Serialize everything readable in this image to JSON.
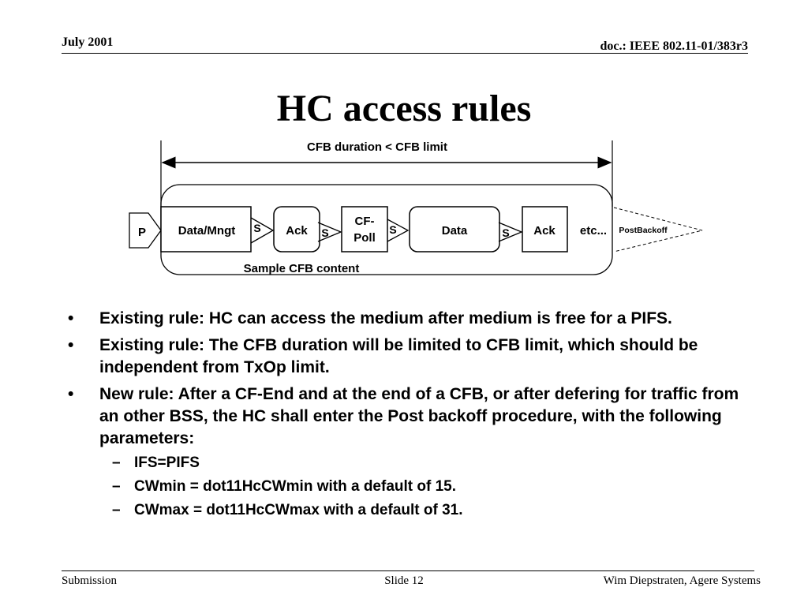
{
  "header": {
    "date": "July 2001",
    "doc_id": "doc.: IEEE 802.11-01/383r3"
  },
  "title": "HC access rules",
  "diagram": {
    "duration_label": "CFB duration < CFB limit",
    "p_label": "P",
    "frames": {
      "data_mngt": "Data/Mngt",
      "ack1": "Ack",
      "cf_poll_line1": "CF-",
      "cf_poll_line2": "Poll",
      "data": "Data",
      "ack2": "Ack"
    },
    "sifs": [
      "S",
      "S",
      "S",
      "S"
    ],
    "etc": "etc...",
    "postbackoff": "PostBackoff",
    "container_label": "Sample CFB content"
  },
  "bullets": [
    {
      "mark": "•",
      "text": "Existing rule: HC can access the medium after medium is free for a PIFS."
    },
    {
      "mark": "•",
      "text": "Existing rule: The CFB duration will be limited to CFB limit, which should be independent from TxOp limit."
    },
    {
      "mark": "•",
      "text": "New rule: After a CF-End and at the end of a CFB, or after defering for traffic from an other BSS, the HC shall enter the Post backoff procedure, with the following parameters:"
    }
  ],
  "sub_bullets": [
    {
      "mark": "–",
      "text": "IFS=PIFS"
    },
    {
      "mark": "–",
      "text": "CWmin = dot11HcCWmin with a default of 15."
    },
    {
      "mark": "–",
      "text": "CWmax = dot11HcCWmax with a default of 31."
    }
  ],
  "footer": {
    "left": "Submission",
    "center": "Slide 12",
    "right": "Wim Diepstraten, Agere Systems"
  }
}
